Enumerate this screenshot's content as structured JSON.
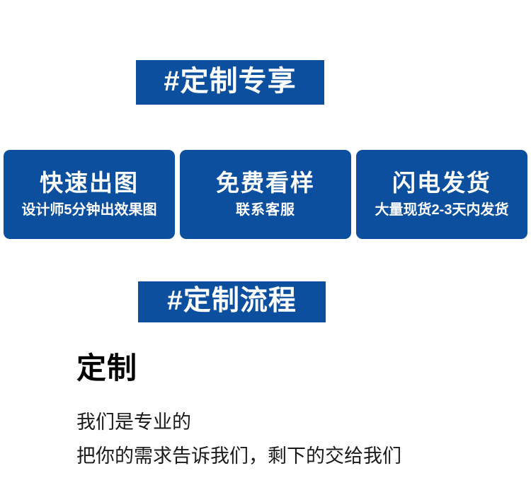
{
  "theme": {
    "brand_blue": "#0b4f9e",
    "text_black": "#000000",
    "background": "#ffffff"
  },
  "sections": {
    "exclusive_banner": {
      "label": "#定制专享"
    },
    "process_banner": {
      "label": "#定制流程"
    }
  },
  "features": [
    {
      "title": "快速出图",
      "subtitle": "设计师5分钟出效果图"
    },
    {
      "title": "免费看样",
      "subtitle": "联系客服"
    },
    {
      "title": "闪电发货",
      "subtitle": "大量现货2-3天内发货"
    }
  ],
  "copy": {
    "heading": "定制",
    "line_1": "我们是专业的",
    "line_2": "把你的需求告诉我们，剩下的交给我们"
  }
}
